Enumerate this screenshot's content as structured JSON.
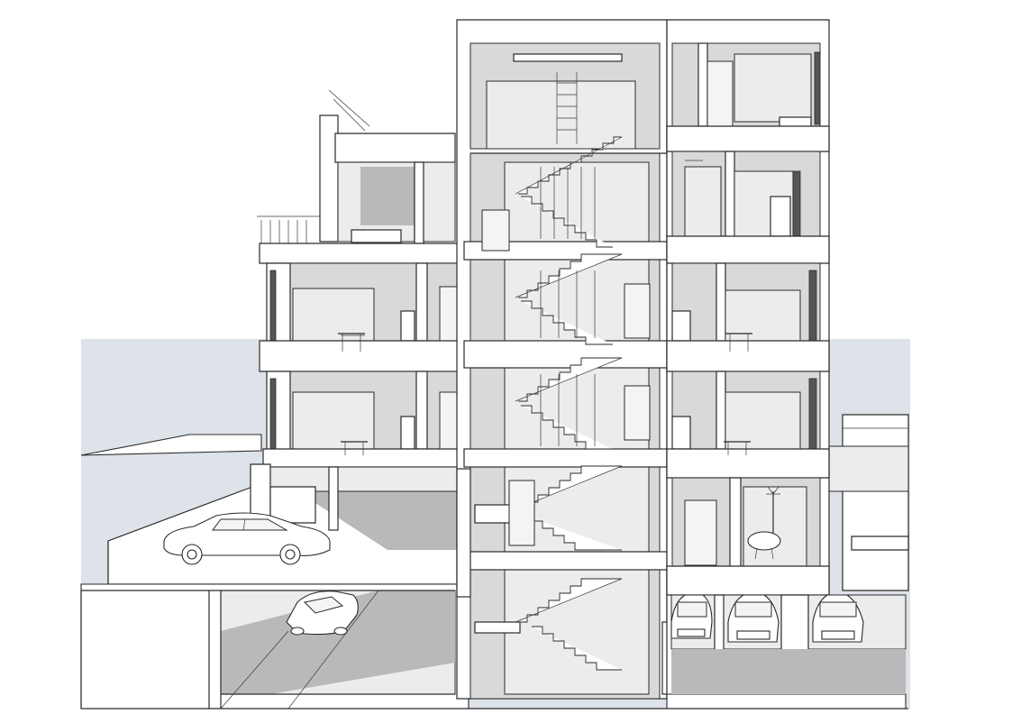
{
  "figure": {
    "subject": "",
    "levels": 6,
    "features": [
      "stair-core",
      "car-parking",
      "balconies"
    ]
  },
  "colors": {
    "background": "#ffffff",
    "sky": "#dde3e8",
    "interior_shade": "#d9d9d9",
    "shadow": "#b9b9b9",
    "line": "#2a2a2a"
  }
}
